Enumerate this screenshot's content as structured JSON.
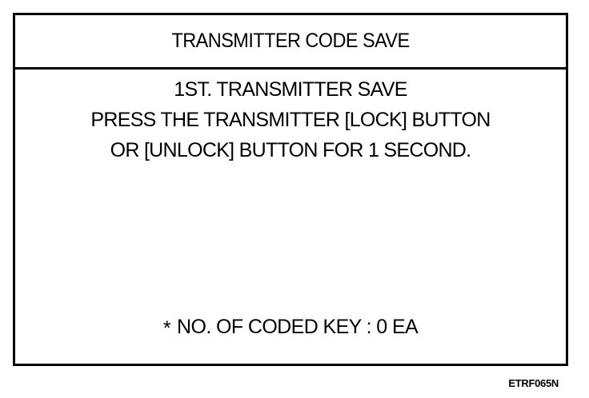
{
  "screen": {
    "title": "TRANSMITTER CODE SAVE",
    "instructions": [
      "1ST. TRANSMITTER SAVE",
      "PRESS THE TRANSMITTER [LOCK] BUTTON",
      "OR [UNLOCK] BUTTON FOR 1 SECOND."
    ],
    "status": {
      "icon": "star-icon",
      "symbol": "*",
      "text": "NO. OF CODED KEY : 0 EA"
    }
  },
  "figure_id": "ETRF065N"
}
